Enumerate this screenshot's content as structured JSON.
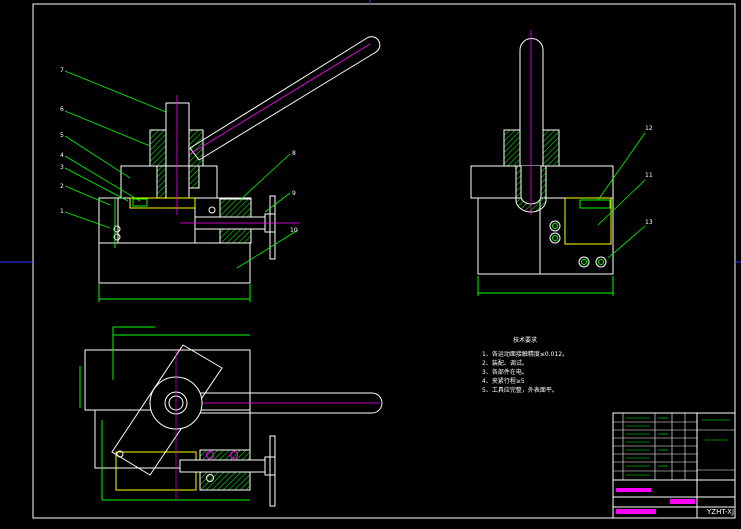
{
  "colors": {
    "background": "#000000",
    "outline": "#ffffff",
    "dimension": "#00ff00",
    "centerline": "#ff00ff",
    "hatch": "#00ff00",
    "hidden": "#ffff00",
    "title_block_accent": "#ff00ff"
  },
  "callouts": [
    "1",
    "2",
    "3",
    "4",
    "5",
    "6",
    "7",
    "8",
    "9",
    "10",
    "11",
    "12",
    "13"
  ],
  "notes": {
    "heading": "技术要求",
    "items": [
      "1、各运动面接触精度≤0.012。",
      "2、装配、调试。",
      "3、各部件在电。",
      "4、夹紧行程≥5",
      "5、工具应完整，外表面平。"
    ]
  },
  "title_block": {
    "drawing_no": "YZHT-XJ"
  }
}
